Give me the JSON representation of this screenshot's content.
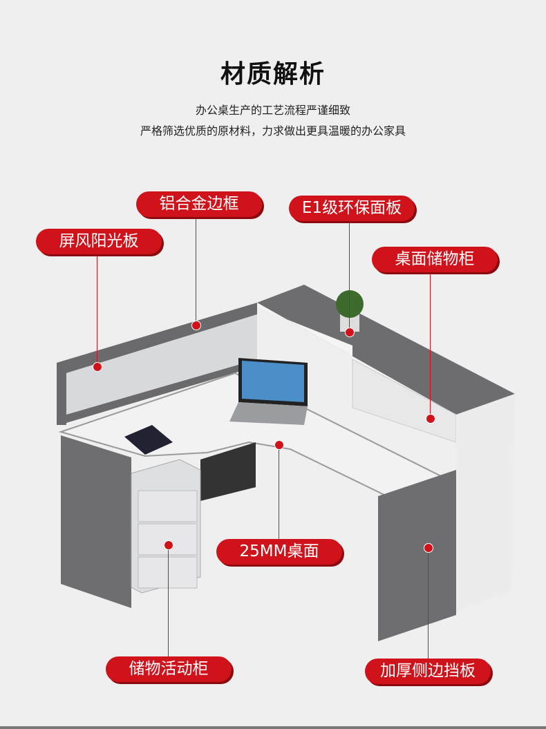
{
  "title": "材质解析",
  "subtitle_lines": [
    "办公桌生产的工艺流程严谨细致",
    "严格筛选优质的原材料，力求做出更具温暖的办公家具"
  ],
  "labels": {
    "aluminum_frame": "铝合金边框",
    "e1_panel": "E1级环保面板",
    "screen_panel": "屏风阳光板",
    "desk_cabinet": "桌面储物柜",
    "desktop": "25MM桌面",
    "mobile_pedestal": "储物活动柜",
    "side_panel": "加厚侧边挡板"
  },
  "colors": {
    "accent": "#d0121b",
    "background": "#efefef",
    "panel_gray": "#6e6e70"
  }
}
